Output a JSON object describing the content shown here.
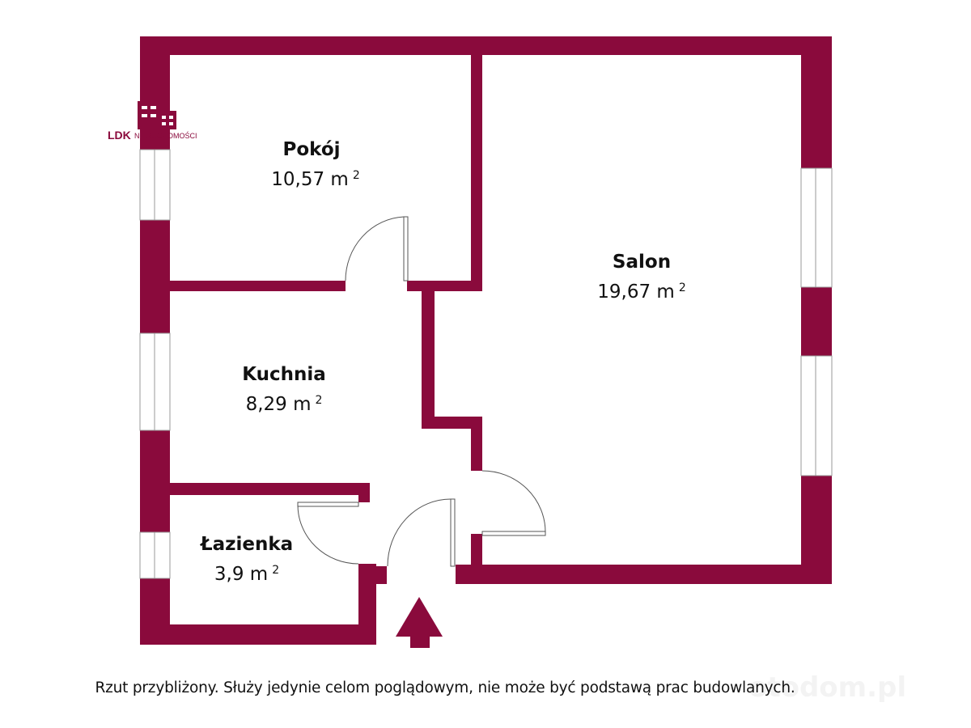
{
  "colors": {
    "wall": "#8a0a3c",
    "window": "#ffffff",
    "door_line": "#555555"
  },
  "logo": {
    "brand": "LDK",
    "subtitle": "NIERUCHOMOŚCI",
    "icon": "buildings-icon"
  },
  "rooms": [
    {
      "name": "Pokój",
      "area": "10,57 m",
      "unit_sup": "2"
    },
    {
      "name": "Salon",
      "area": "19,67 m",
      "unit_sup": "2"
    },
    {
      "name": "Kuchnia",
      "area": "8,29 m",
      "unit_sup": "2"
    },
    {
      "name": "Łazienka",
      "area": "3,9 m",
      "unit_sup": "2"
    }
  ],
  "entrance": {
    "icon": "arrow-up-icon"
  },
  "footer": {
    "note": "Rzut przybliżony. Służy jedynie celom poglądowym, nie może być podstawą prac budowlanych."
  },
  "watermark": "otodom.pl"
}
